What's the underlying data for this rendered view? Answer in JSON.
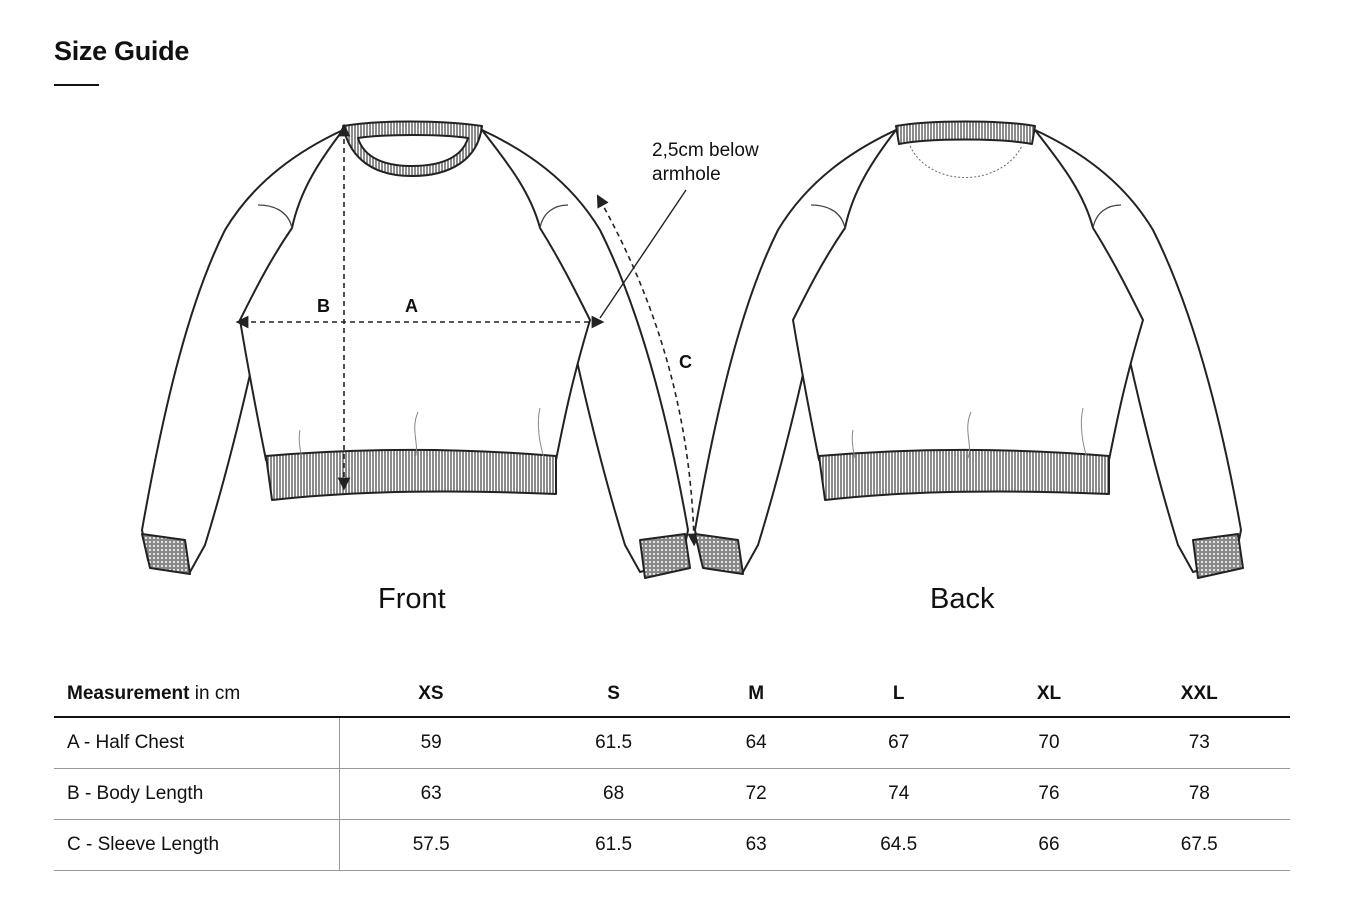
{
  "page": {
    "title": "Size Guide"
  },
  "diagram": {
    "front_label": "Front",
    "back_label": "Back",
    "annotation": [
      "2,5cm below",
      "armhole"
    ],
    "markers": {
      "a": "A",
      "b": "B",
      "c": "C"
    }
  },
  "table": {
    "measurement_label": "Measurement",
    "unit_label": "in cm",
    "sizes": [
      "XS",
      "S",
      "M",
      "L",
      "XL",
      "XXL"
    ],
    "rows": [
      {
        "label": "A - Half Chest",
        "values": [
          "59",
          "61.5",
          "64",
          "67",
          "70",
          "73"
        ]
      },
      {
        "label": "B - Body Length",
        "values": [
          "63",
          "68",
          "72",
          "74",
          "76",
          "78"
        ]
      },
      {
        "label": "C - Sleeve Length",
        "values": [
          "57.5",
          "61.5",
          "63",
          "64.5",
          "66",
          "67.5"
        ]
      }
    ]
  },
  "colors": {
    "text": "#111111",
    "line": "#222222",
    "rib": "#6b6b6b",
    "rule": "#999999"
  }
}
